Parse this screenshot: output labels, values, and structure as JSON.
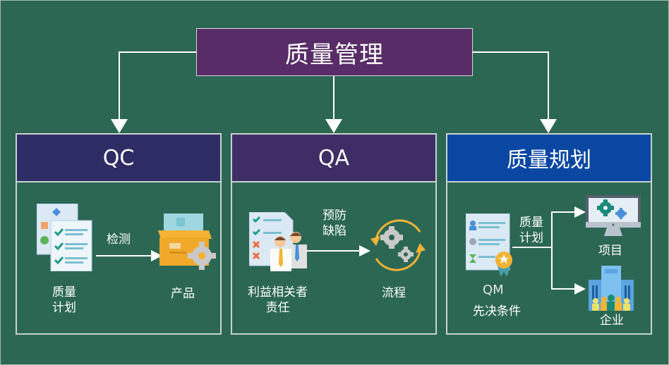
{
  "title": "质量管理",
  "columns": [
    {
      "header": "QC",
      "header_color": "#2e2c64",
      "left_icon": "quality-plan-document-icon",
      "left_label": [
        "质量",
        "计划"
      ],
      "arrow_label": "检测",
      "right_icon": "product-box-gear-icon",
      "right_label": "产品"
    },
    {
      "header": "QA",
      "header_color": "#3e2e65",
      "left_icon": "stakeholders-checklist-icon",
      "left_label": [
        "利益相关者",
        "责任"
      ],
      "arrow_label": [
        "预防",
        "缺陷"
      ],
      "right_icon": "process-gears-cycle-icon",
      "right_label": "流程"
    },
    {
      "header": "质量规划",
      "header_color": "#0a47a3",
      "left_icon": "certificate-award-icon",
      "left_label": "QM",
      "left_sublabel": "先决条件",
      "arrow_label": [
        "质量",
        "计划"
      ],
      "targets": [
        {
          "icon": "monitor-gears-icon",
          "label": "项目"
        },
        {
          "icon": "enterprise-building-icon",
          "label": "企业"
        }
      ]
    }
  ],
  "colors": {
    "background": "#2c6754",
    "root": "#582c66",
    "accent_orange": "#f5b335",
    "accent_teal": "#1a8a7a"
  }
}
